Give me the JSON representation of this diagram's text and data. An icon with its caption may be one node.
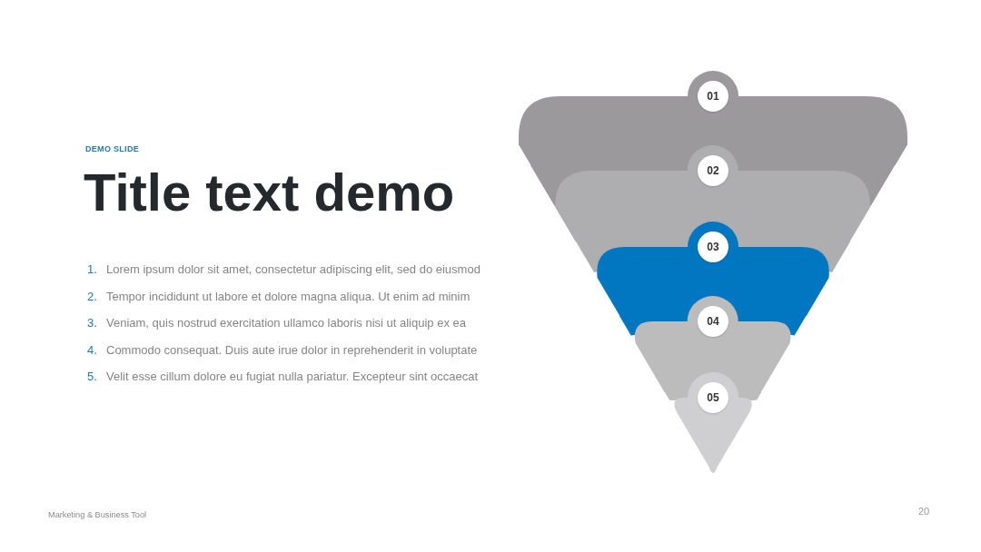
{
  "diagram": {
    "title": "Title text demo",
    "nodes": [
      {
        "text": [
          "01"
        ]
      },
      {
        "text": [
          "02"
        ]
      },
      {
        "text": [
          "03"
        ]
      },
      {
        "text": [
          "04"
        ]
      },
      {
        "text": [
          "05"
        ]
      }
    ],
    "labels": [
      "DEMO SLIDE",
      "1.",
      "Lorem ipsum dolor sit amet, consectetur adipiscing elit, sed do eiusmod",
      "2.",
      "Tempor incididunt ut labore et dolore magna aliqua. Ut enim ad minim",
      "3.",
      "Veniam, quis nostrud exercitation ullamco laboris nisi ut aliquip ex ea",
      "4.",
      "Commodo consequat. Duis aute irue dolor in reprehenderit in voluptate",
      "5.",
      "Velit esse cillum dolore eu fugiat nulla pariatur. Excepteur sint occaecat",
      "Marketing & Business Tool",
      "20"
    ]
  }
}
